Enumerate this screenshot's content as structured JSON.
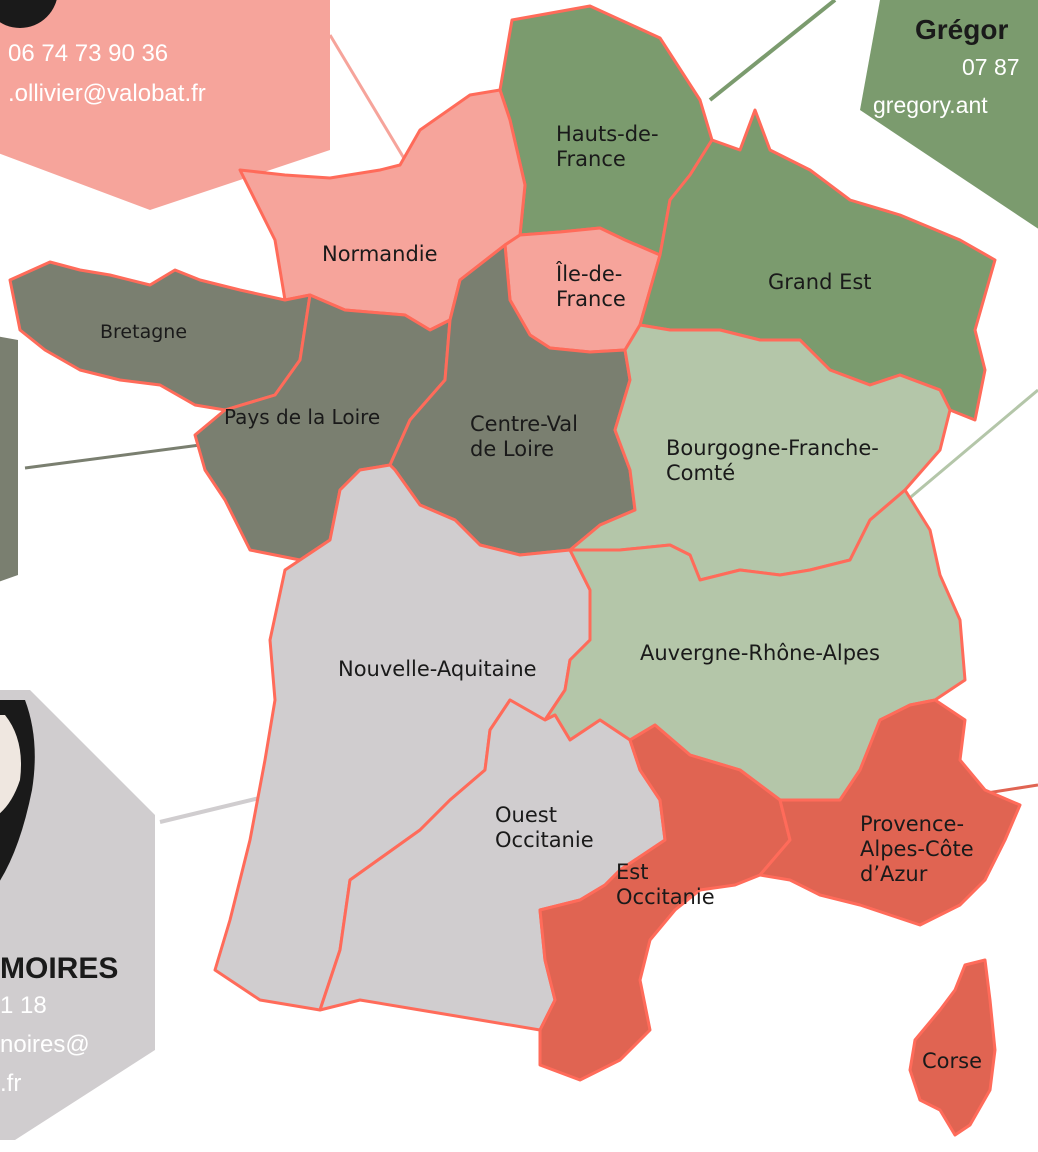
{
  "colors": {
    "pink": "#f6a49b",
    "dark_green": "#7b9b6e",
    "dark_gray": "#7a7f70",
    "light_green": "#b4c6a9",
    "light_gray": "#d0cdcf",
    "red": "#e06452",
    "border": "#ff6b5a"
  },
  "contacts": {
    "normandie": {
      "phone": "06 74 73 90 36",
      "email": ".ollivier@valobat.fr"
    },
    "hauts_de_france": {
      "name": "Grégor",
      "phone": "07 87",
      "email": "gregory.ant"
    },
    "nouvelle_aquitaine": {
      "name": "MOIRES",
      "phone": "1 18",
      "email_line1": "noires@",
      "email_line2": ".fr"
    }
  },
  "regions": [
    {
      "id": "hauts-de-france",
      "label_lines": [
        "Hauts-de-",
        "France"
      ]
    },
    {
      "id": "normandie",
      "label_lines": [
        "Normandie"
      ]
    },
    {
      "id": "ile-de-france",
      "label_lines": [
        "Île-de-",
        "France"
      ]
    },
    {
      "id": "grand-est",
      "label_lines": [
        "Grand Est"
      ]
    },
    {
      "id": "bretagne",
      "label_lines": [
        "Bretagne"
      ]
    },
    {
      "id": "pays-de-la-loire",
      "label_lines": [
        "Pays de la Loire"
      ]
    },
    {
      "id": "centre-val-de-loire",
      "label_lines": [
        "Centre-Val",
        "de Loire"
      ]
    },
    {
      "id": "bourgogne-franche-comte",
      "label_lines": [
        "Bourgogne-Franche-",
        "Comté"
      ]
    },
    {
      "id": "nouvelle-aquitaine",
      "label_lines": [
        "Nouvelle-Aquitaine"
      ]
    },
    {
      "id": "auvergne-rhone-alpes",
      "label_lines": [
        "Auvergne-Rhône-Alpes"
      ]
    },
    {
      "id": "ouest-occitanie",
      "label_lines": [
        "Ouest",
        "Occitanie"
      ]
    },
    {
      "id": "est-occitanie",
      "label_lines": [
        "Est",
        "Occitanie"
      ]
    },
    {
      "id": "provence-alpes-cote-dazur",
      "label_lines": [
        "Provence-",
        "Alpes-Côte",
        "d’Azur"
      ]
    },
    {
      "id": "corse",
      "label_lines": [
        "Corse"
      ]
    }
  ]
}
